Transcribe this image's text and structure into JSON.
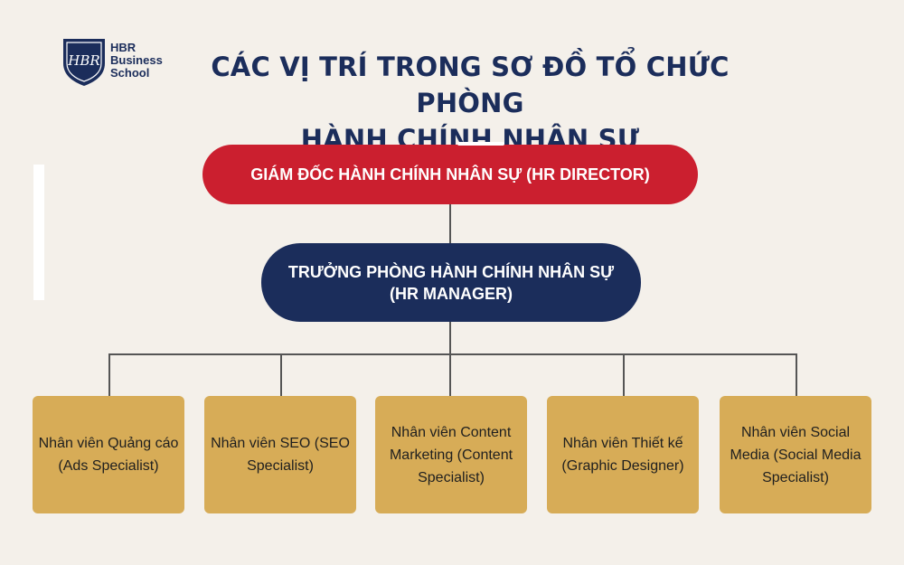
{
  "logo": {
    "monogram": "HBR",
    "line1": "HBR",
    "line2": "Business",
    "line3": "School"
  },
  "title": {
    "line1": "CÁC VỊ TRÍ TRONG SƠ ĐỒ TỔ CHỨC PHÒNG",
    "line2": "HÀNH CHÍNH NHÂN SỰ"
  },
  "director": {
    "label": "GIÁM ĐỐC HÀNH CHÍNH NHÂN SỰ (HR DIRECTOR)"
  },
  "manager": {
    "label": "TRƯỞNG PHÒNG HÀNH CHÍNH NHÂN SỰ (HR MANAGER)"
  },
  "staff": [
    {
      "label": "Nhân viên Quảng cáo (Ads Specialist)"
    },
    {
      "label": "Nhân viên SEO (SEO Specialist)"
    },
    {
      "label": "Nhân viên Content Marketing (Content Specialist)"
    },
    {
      "label": "Nhân viên Thiết kế (Graphic Designer)"
    },
    {
      "label": "Nhân viên Social Media (Social Media Specialist)"
    }
  ],
  "colors": {
    "background": "#f4f0ea",
    "navy": "#1b2d5b",
    "red": "#cb1f2f",
    "gold": "#d7ac57",
    "connector": "#555555"
  }
}
